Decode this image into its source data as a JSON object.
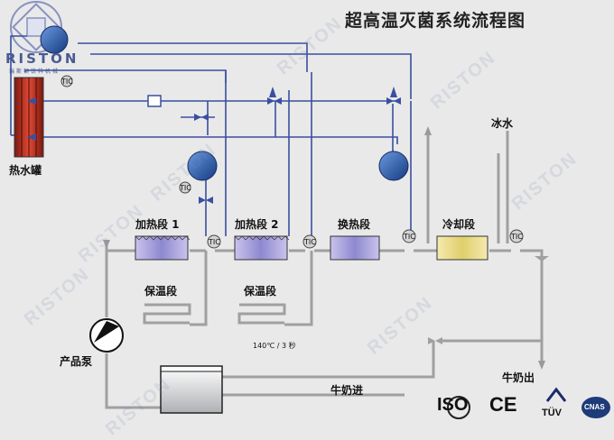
{
  "title": "超高温灭菌系统流程图",
  "logo": {
    "brand": "RISTON",
    "subtitle": "瑞斯顿饮料机械"
  },
  "labels": {
    "hot_water_tank": "热水罐",
    "heating_1": "加热段 1",
    "heating_2": "加热段 2",
    "heat_exchange": "换热段",
    "cooling": "冷却段",
    "ice_water": "冰水",
    "holding_1": "保温段",
    "holding_2": "保温段",
    "holding_spec": "140℃ / 3 秒",
    "product_pump": "产品泵",
    "milk_in": "牛奶进",
    "milk_out": "牛奶出",
    "tic": "TIC"
  },
  "certifications": {
    "iso": "ISO",
    "ce": "CE",
    "tuv": "TÜV",
    "cnas": "CNAS"
  },
  "watermark": "RISTON",
  "colors": {
    "blue_pipe": "#3a4fa0",
    "gray_pipe": "#9a9a9a",
    "tank_red": "#d03a2a",
    "pump_fill": "#2a5aa8",
    "brand": "#4a5b92"
  }
}
